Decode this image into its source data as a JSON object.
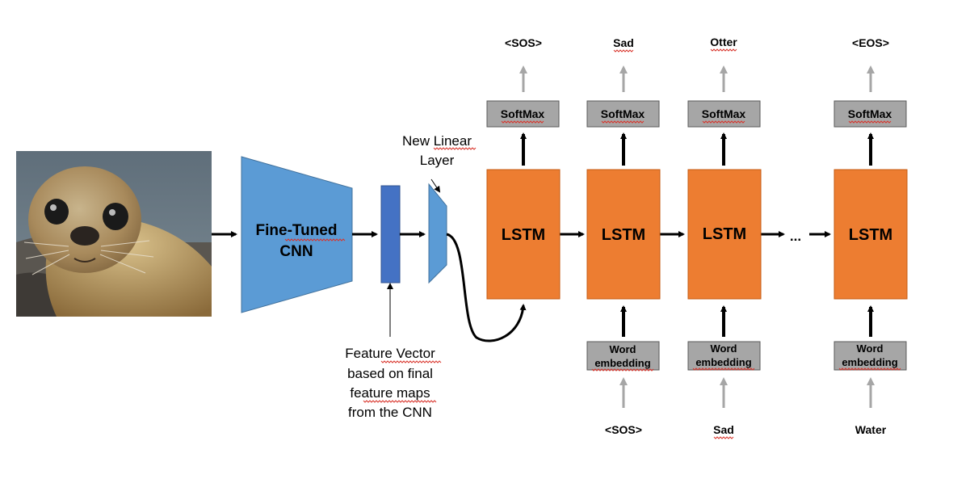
{
  "colors": {
    "cnn_fill": "#5b9bd5",
    "cnn_stroke": "#41719c",
    "feature_vector_fill": "#4472c4",
    "feature_vector_stroke": "#2f528f",
    "lstm_fill": "#ed7d31",
    "lstm_stroke": "#c55a11",
    "gray_box_fill": "#a6a6a6",
    "gray_box_stroke": "#595959",
    "gray_arrow": "#a6a6a6",
    "black_arrow": "#000000"
  },
  "image": {
    "subject": "seal photo"
  },
  "cnn": {
    "line1": "Fine-Tuned",
    "line2": "CNN"
  },
  "linear_layer": {
    "line1": "New Linear",
    "line2": "Layer"
  },
  "feature_vector": {
    "line1": "Feature Vector",
    "line2": "based on final",
    "line3": "feature maps",
    "line4": "from the CNN"
  },
  "lstm_label": "LSTM",
  "softmax_label": "SoftMax",
  "embedding_line1": "Word",
  "embedding_line2": "embedding",
  "ellipsis": "...",
  "outputs": [
    "<SOS>",
    "Sad",
    "Otter",
    "<EOS>"
  ],
  "inputs": [
    "<SOS>",
    "Sad",
    "Water"
  ]
}
